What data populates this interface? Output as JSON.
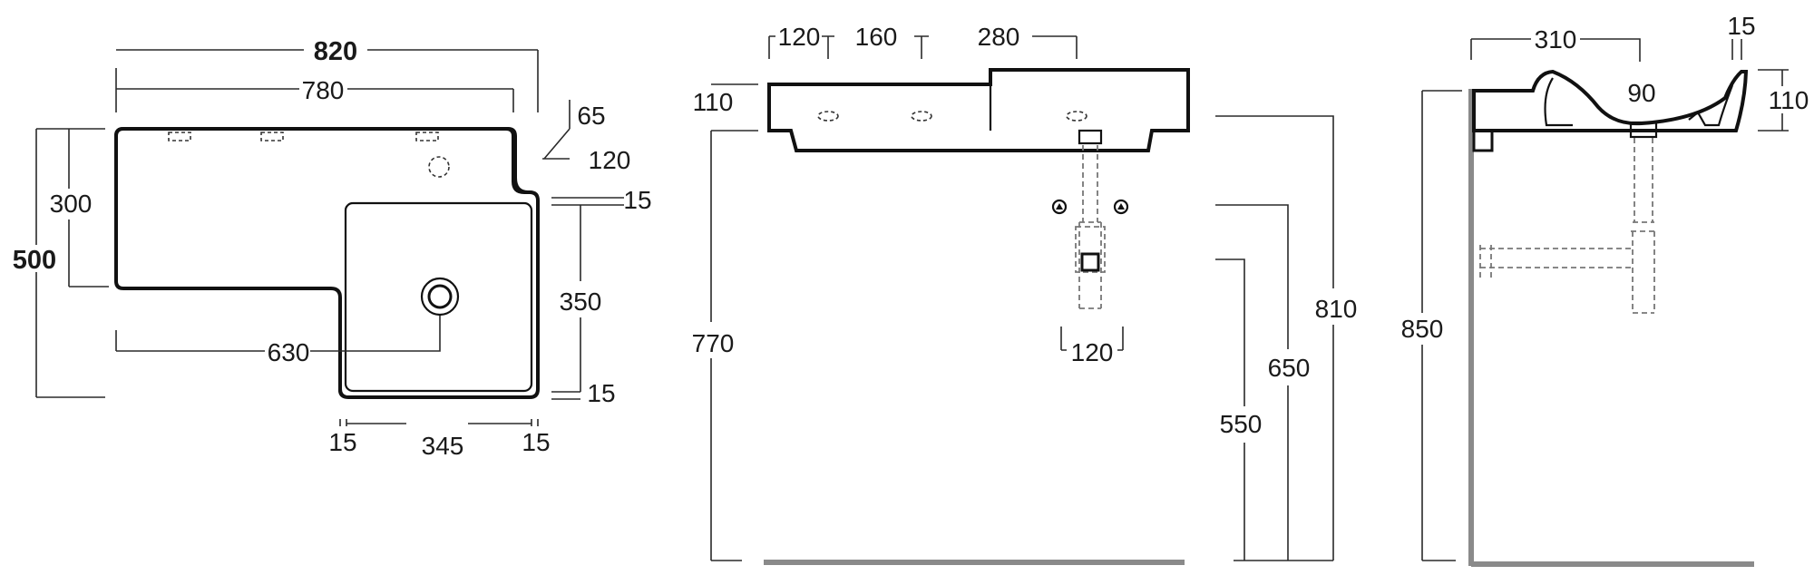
{
  "views": {
    "top": {
      "overall_width": "820",
      "inner_width": "780",
      "overall_depth": "500",
      "shelf_depth": "300",
      "step_horizontal": "65",
      "step_vertical": "120",
      "bowl_offset_top": "15",
      "bowl_depth": "350",
      "bowl_offset_bottom": "15",
      "drain_distance": "630",
      "bowl_margin_left": "15",
      "bowl_width": "345",
      "bowl_margin_right": "15"
    },
    "front": {
      "tap_spacing_1": "120",
      "tap_spacing_2": "160",
      "tap_spacing_3": "280",
      "basin_height": "110",
      "rim_height": "770",
      "height_810": "810",
      "height_650": "650",
      "height_550": "550",
      "trap_width": "120"
    },
    "side": {
      "projection": "310",
      "rim_offset": "15",
      "bowl_depth_90": "90",
      "basin_height": "110",
      "rim_height": "850"
    }
  }
}
